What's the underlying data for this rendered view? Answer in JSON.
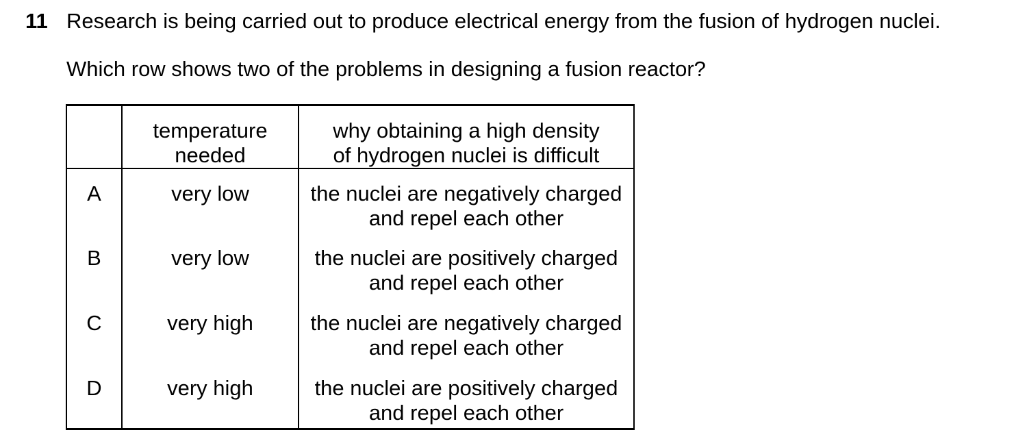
{
  "question": {
    "number": "11",
    "text": "Research is being carried out to produce electrical energy from the fusion of hydrogen nuclei.",
    "prompt": "Which row shows two of the problems in designing a fusion reactor?"
  },
  "table": {
    "headers": {
      "row_label": "",
      "temperature": "temperature\nneeded",
      "reason": "why obtaining a high density\nof hydrogen nuclei is difficult"
    },
    "rows": [
      {
        "label": "A",
        "temperature": "very low",
        "reason": "the nuclei are negatively charged\nand repel each other"
      },
      {
        "label": "B",
        "temperature": "very low",
        "reason": "the nuclei are positively charged\nand repel each other"
      },
      {
        "label": "C",
        "temperature": "very high",
        "reason": "the nuclei are negatively charged\nand repel each other"
      },
      {
        "label": "D",
        "temperature": "very high",
        "reason": "the nuclei are positively charged\nand repel each other"
      }
    ]
  }
}
